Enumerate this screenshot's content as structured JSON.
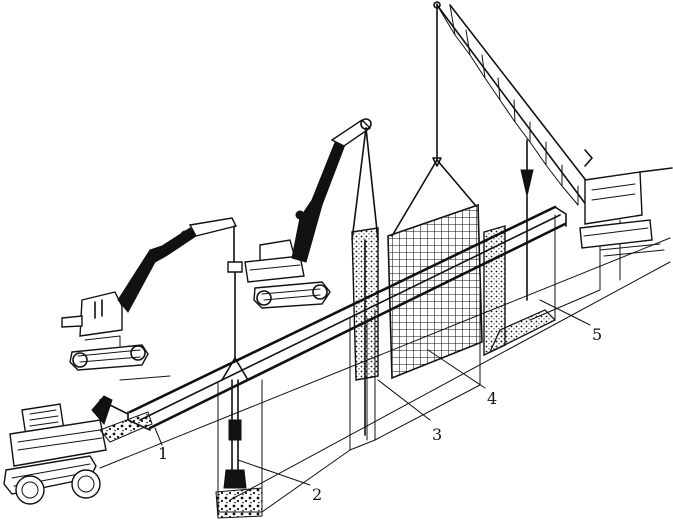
{
  "labels": [
    {
      "id": "1",
      "text": "1"
    },
    {
      "id": "2",
      "text": "2"
    },
    {
      "id": "3",
      "text": "3"
    },
    {
      "id": "4",
      "text": "4"
    },
    {
      "id": "5",
      "text": "5"
    }
  ],
  "icons": [
    "excavator-left",
    "excavator-middle",
    "crawler-crane",
    "bulldozer",
    "steel-reinforcement-cage",
    "tremie-pipe",
    "guide-wall",
    "trench-panel"
  ]
}
